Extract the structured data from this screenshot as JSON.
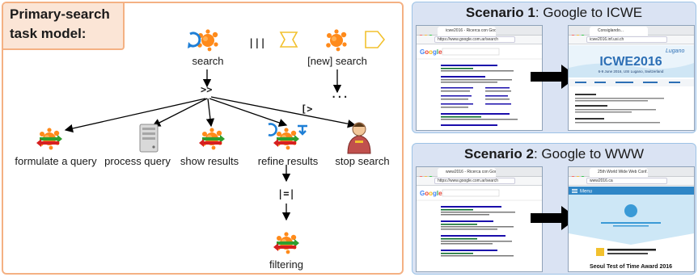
{
  "left": {
    "title_line1": "Primary-search",
    "title_line2": "task model:",
    "nodes": {
      "search": "search",
      "new_search": "[new] search",
      "formulate": "formulate a query",
      "process": "process query",
      "show": "show results",
      "refine": "refine results",
      "stop": "stop search",
      "filtering": "filtering"
    },
    "operators": {
      "interleave": "|||",
      "enable": ">>",
      "disable": "[>",
      "ellipsis": "...",
      "choice": "|=|"
    }
  },
  "scenario1": {
    "prefix": "Scenario 1",
    "rest": ": Google to ICWE",
    "left_tab": "icwe2016 - Ricerca con Goo...",
    "left_url": "https://www.google.com.ar/search",
    "right_tab": "Consiglando...",
    "right_url": "icwe2016.inf.usi.ch",
    "icwe_brand": "ICWE2016",
    "icwe_city": "Lugano",
    "icwe_dates": "6-9 June 2016, USI Lugano, Switzerland"
  },
  "scenario2": {
    "prefix": "Scenario 2",
    "rest": ": Google to WWW",
    "left_tab": "www2016 - Ricerca con Goo...",
    "left_url": "https://www.google.com.ar/search",
    "right_tab": "25th World Wide Web Conf...",
    "right_url": "www2016.ca",
    "menu": "Menu",
    "www_award": "Seoul Test of Time Award 2016"
  },
  "colors": {
    "left_border": "#f4b183",
    "title_bg": "#fbe5d6",
    "right_bg": "#dae3f3",
    "arrow": "#000000",
    "icon_orange": "#ff8a1a",
    "icon_green": "#2e9e2e",
    "icon_red": "#d62020",
    "refine_blue": "#1f7fd6"
  }
}
